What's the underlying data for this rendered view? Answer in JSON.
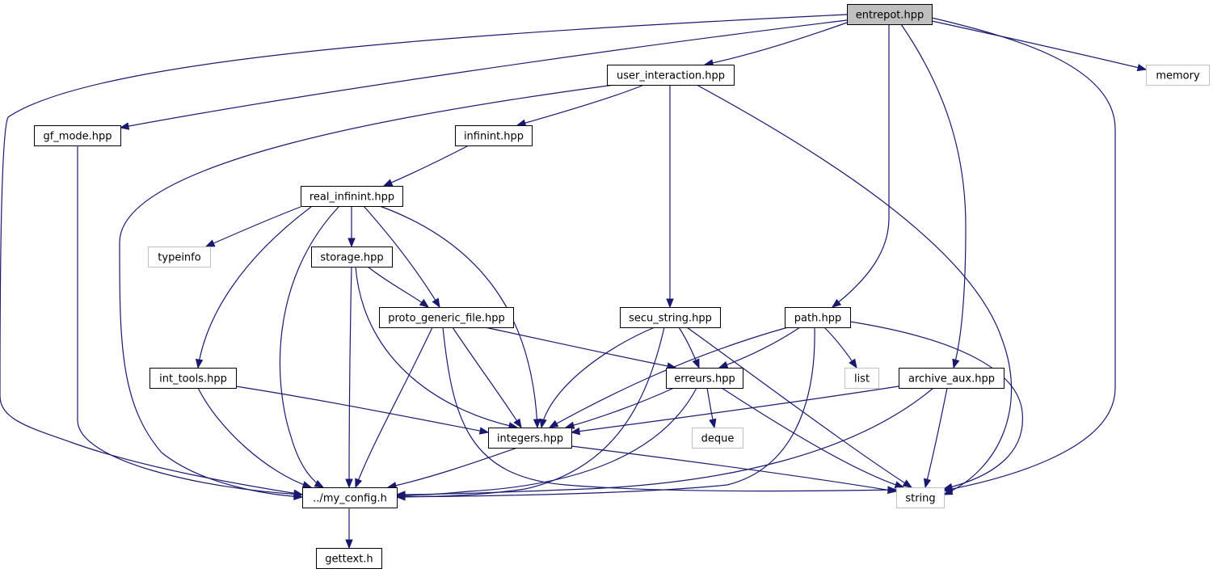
{
  "diagram": {
    "type": "include-dependency-graph",
    "colors": {
      "edge": "#191970",
      "root_fill": "#bfbfbf",
      "local_border": "#000000",
      "system_border": "#bfbfbf"
    },
    "nodes": [
      {
        "id": "entrepot",
        "label": "entrepot.hpp",
        "kind": "root"
      },
      {
        "id": "user_interaction",
        "label": "user_interaction.hpp",
        "kind": "local"
      },
      {
        "id": "memory",
        "label": "memory",
        "kind": "system"
      },
      {
        "id": "gf_mode",
        "label": "gf_mode.hpp",
        "kind": "local"
      },
      {
        "id": "infinint",
        "label": "infinint.hpp",
        "kind": "local"
      },
      {
        "id": "real_infinint",
        "label": "real_infinint.hpp",
        "kind": "local"
      },
      {
        "id": "typeinfo",
        "label": "typeinfo",
        "kind": "system"
      },
      {
        "id": "storage",
        "label": "storage.hpp",
        "kind": "local"
      },
      {
        "id": "proto_generic_file",
        "label": "proto_generic_file.hpp",
        "kind": "local"
      },
      {
        "id": "secu_string",
        "label": "secu_string.hpp",
        "kind": "local"
      },
      {
        "id": "path",
        "label": "path.hpp",
        "kind": "local"
      },
      {
        "id": "int_tools",
        "label": "int_tools.hpp",
        "kind": "local"
      },
      {
        "id": "erreurs",
        "label": "erreurs.hpp",
        "kind": "local"
      },
      {
        "id": "list",
        "label": "list",
        "kind": "system"
      },
      {
        "id": "archive_aux",
        "label": "archive_aux.hpp",
        "kind": "local"
      },
      {
        "id": "integers",
        "label": "integers.hpp",
        "kind": "local"
      },
      {
        "id": "deque",
        "label": "deque",
        "kind": "system"
      },
      {
        "id": "my_config",
        "label": "../my_config.h",
        "kind": "local"
      },
      {
        "id": "string",
        "label": "string",
        "kind": "system"
      },
      {
        "id": "gettext",
        "label": "gettext.h",
        "kind": "local"
      }
    ],
    "edges": [
      {
        "from": "entrepot",
        "to": "user_interaction"
      },
      {
        "from": "entrepot",
        "to": "memory"
      },
      {
        "from": "entrepot",
        "to": "gf_mode"
      },
      {
        "from": "entrepot",
        "to": "my_config"
      },
      {
        "from": "entrepot",
        "to": "path"
      },
      {
        "from": "entrepot",
        "to": "archive_aux"
      },
      {
        "from": "entrepot",
        "to": "string"
      },
      {
        "from": "user_interaction",
        "to": "infinint"
      },
      {
        "from": "user_interaction",
        "to": "my_config"
      },
      {
        "from": "user_interaction",
        "to": "secu_string"
      },
      {
        "from": "user_interaction",
        "to": "string"
      },
      {
        "from": "gf_mode",
        "to": "my_config"
      },
      {
        "from": "infinint",
        "to": "real_infinint"
      },
      {
        "from": "real_infinint",
        "to": "typeinfo"
      },
      {
        "from": "real_infinint",
        "to": "storage"
      },
      {
        "from": "real_infinint",
        "to": "proto_generic_file"
      },
      {
        "from": "real_infinint",
        "to": "int_tools"
      },
      {
        "from": "real_infinint",
        "to": "my_config"
      },
      {
        "from": "real_infinint",
        "to": "integers"
      },
      {
        "from": "storage",
        "to": "proto_generic_file"
      },
      {
        "from": "storage",
        "to": "my_config"
      },
      {
        "from": "storage",
        "to": "integers"
      },
      {
        "from": "proto_generic_file",
        "to": "erreurs"
      },
      {
        "from": "proto_generic_file",
        "to": "integers"
      },
      {
        "from": "proto_generic_file",
        "to": "my_config"
      },
      {
        "from": "proto_generic_file",
        "to": "string"
      },
      {
        "from": "secu_string",
        "to": "erreurs"
      },
      {
        "from": "secu_string",
        "to": "integers"
      },
      {
        "from": "secu_string",
        "to": "my_config"
      },
      {
        "from": "secu_string",
        "to": "string"
      },
      {
        "from": "path",
        "to": "erreurs"
      },
      {
        "from": "path",
        "to": "list"
      },
      {
        "from": "path",
        "to": "integers"
      },
      {
        "from": "path",
        "to": "my_config"
      },
      {
        "from": "path",
        "to": "string"
      },
      {
        "from": "int_tools",
        "to": "integers"
      },
      {
        "from": "int_tools",
        "to": "my_config"
      },
      {
        "from": "erreurs",
        "to": "integers"
      },
      {
        "from": "erreurs",
        "to": "deque"
      },
      {
        "from": "erreurs",
        "to": "my_config"
      },
      {
        "from": "erreurs",
        "to": "string"
      },
      {
        "from": "archive_aux",
        "to": "integers"
      },
      {
        "from": "archive_aux",
        "to": "my_config"
      },
      {
        "from": "archive_aux",
        "to": "string"
      },
      {
        "from": "integers",
        "to": "my_config"
      },
      {
        "from": "integers",
        "to": "string"
      },
      {
        "from": "my_config",
        "to": "gettext"
      }
    ]
  }
}
